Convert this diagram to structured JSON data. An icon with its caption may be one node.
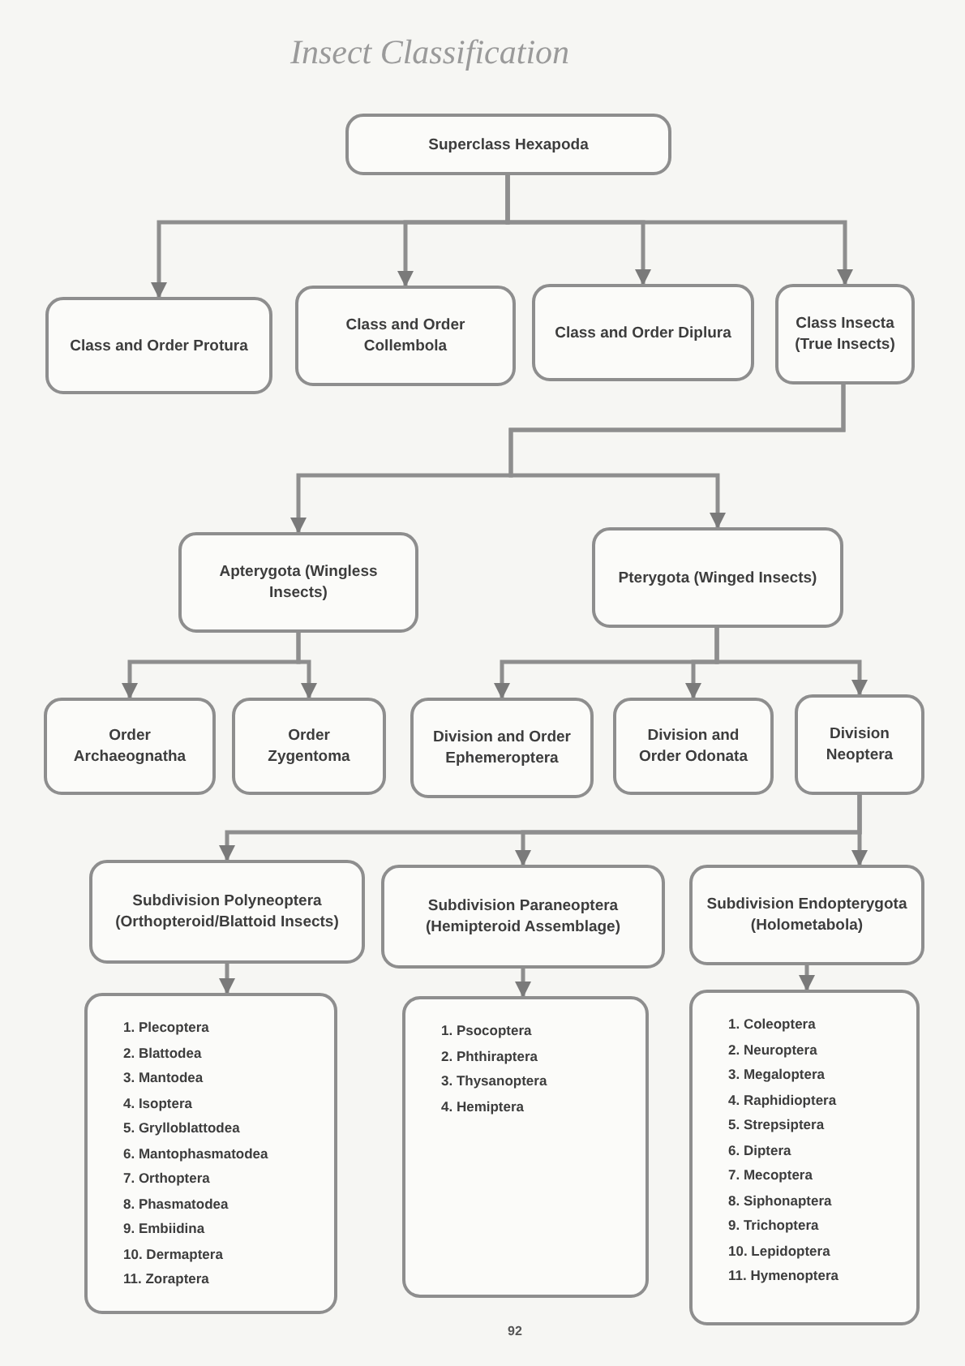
{
  "diagram": {
    "title": "Insect Classification",
    "nodes": [
      {
        "text": [
          "Superclass Hexapoda"
        ]
      },
      {
        "text": [
          "Class and Order Protura"
        ]
      },
      {
        "text": [
          "Class and Order Collembola"
        ]
      },
      {
        "text": [
          "Class and Order Diplura"
        ]
      },
      {
        "text": [
          "Class Insecta (True Insects)"
        ]
      },
      {
        "text": [
          "Apterygota (Wingless Insects)"
        ]
      },
      {
        "text": [
          "Pterygota (Winged Insects)"
        ]
      },
      {
        "text": [
          "Order Archaeognatha"
        ]
      },
      {
        "text": [
          "Order Zygentoma"
        ]
      },
      {
        "text": [
          "Division and Order Ephemeroptera"
        ]
      },
      {
        "text": [
          "Division and Order Odonata"
        ]
      },
      {
        "text": [
          "Division Neoptera"
        ]
      },
      {
        "text": [
          "Subdivision Polyneoptera (Orthopteroid/Blattoid Insects)"
        ]
      },
      {
        "text": [
          "Subdivision Paraneoptera (Hemipteroid Assemblage)"
        ]
      },
      {
        "text": [
          "Subdivision Endopterygota (Holometabola)"
        ]
      },
      {
        "text": [
          "1. Plecoptera",
          "2. Blattodea",
          "3. Mantodea",
          "4. Isoptera",
          "5. Grylloblattodea",
          "6. Mantophasmatodea",
          "7. Orthoptera",
          "8. Phasmatodea",
          "9. Embiidina",
          "10. Dermaptera",
          "11. Zoraptera"
        ]
      },
      {
        "text": [
          "1. Psocoptera",
          "2. Phthiraptera",
          "3. Thysanoptera",
          "4. Hemiptera"
        ]
      },
      {
        "text": [
          "1. Coleoptera",
          "2. Neuroptera",
          "3. Megaloptera",
          "4. Raphidioptera",
          "5. Strepsiptera",
          "6. Diptera",
          "7. Mecoptera",
          "8. Siphonaptera",
          "9. Trichoptera",
          "10. Lepidoptera",
          "11. Hymenoptera"
        ]
      }
    ],
    "edges": [
      {
        "from": 0,
        "to": 1,
        "arrow": "to"
      },
      {
        "from": 0,
        "to": 2,
        "arrow": "to"
      },
      {
        "from": 0,
        "to": 3,
        "arrow": "to"
      },
      {
        "from": 0,
        "to": 4,
        "arrow": "to"
      },
      {
        "from": 4,
        "to": 5,
        "arrow": "to"
      },
      {
        "from": 4,
        "to": 6,
        "arrow": "to"
      },
      {
        "from": 5,
        "to": 7,
        "arrow": "to"
      },
      {
        "from": 5,
        "to": 8,
        "arrow": "to"
      },
      {
        "from": 6,
        "to": 9,
        "arrow": "to"
      },
      {
        "from": 6,
        "to": 10,
        "arrow": "to"
      },
      {
        "from": 6,
        "to": 11,
        "arrow": "to"
      },
      {
        "from": 11,
        "to": 12,
        "arrow": "to"
      },
      {
        "from": 11,
        "to": 13,
        "arrow": "to"
      },
      {
        "from": 11,
        "to": 14,
        "arrow": "to"
      },
      {
        "from": 12,
        "to": 15,
        "arrow": "to"
      },
      {
        "from": 13,
        "to": 16,
        "arrow": "to"
      },
      {
        "from": 14,
        "to": 17,
        "arrow": "to"
      }
    ],
    "labels": [
      "92"
    ]
  }
}
